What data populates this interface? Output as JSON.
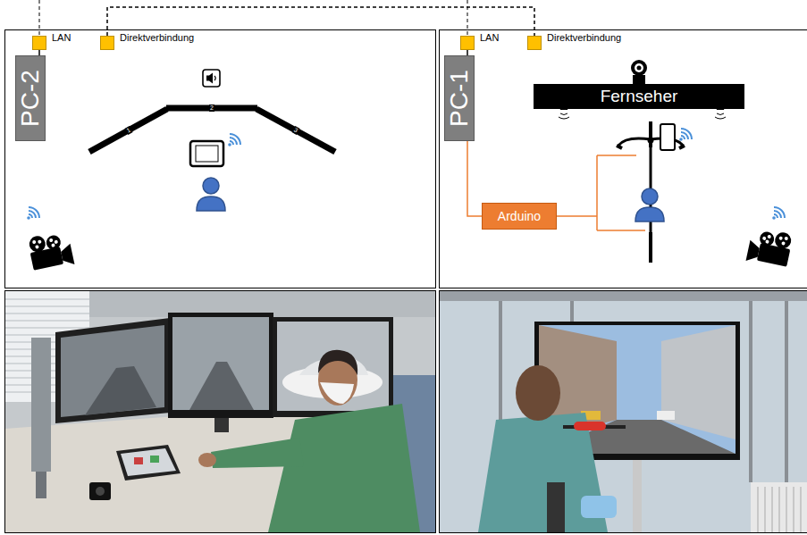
{
  "diagram": {
    "nodes": [
      {
        "text": [
          "LAN"
        ]
      },
      {
        "text": [
          "Direktverbindung"
        ]
      },
      {
        "text": [
          "LAN"
        ]
      },
      {
        "text": [
          "Direktverbindung"
        ]
      },
      {
        "text": [
          "PC-2"
        ]
      },
      {
        "text": [
          "PC-1"
        ]
      },
      {
        "text": [
          "Fernseher"
        ]
      },
      {
        "text": [
          "Arduino"
        ]
      }
    ],
    "edges": [
      {
        "from": 0,
        "to": 4,
        "arrow": "none"
      },
      {
        "from": 1,
        "to": 3,
        "arrow": "none"
      },
      {
        "from": 2,
        "to": 5,
        "arrow": "none"
      },
      {
        "from": 5,
        "to": 7,
        "arrow": "none"
      }
    ],
    "labels": [
      "1",
      "2",
      "3"
    ]
  }
}
